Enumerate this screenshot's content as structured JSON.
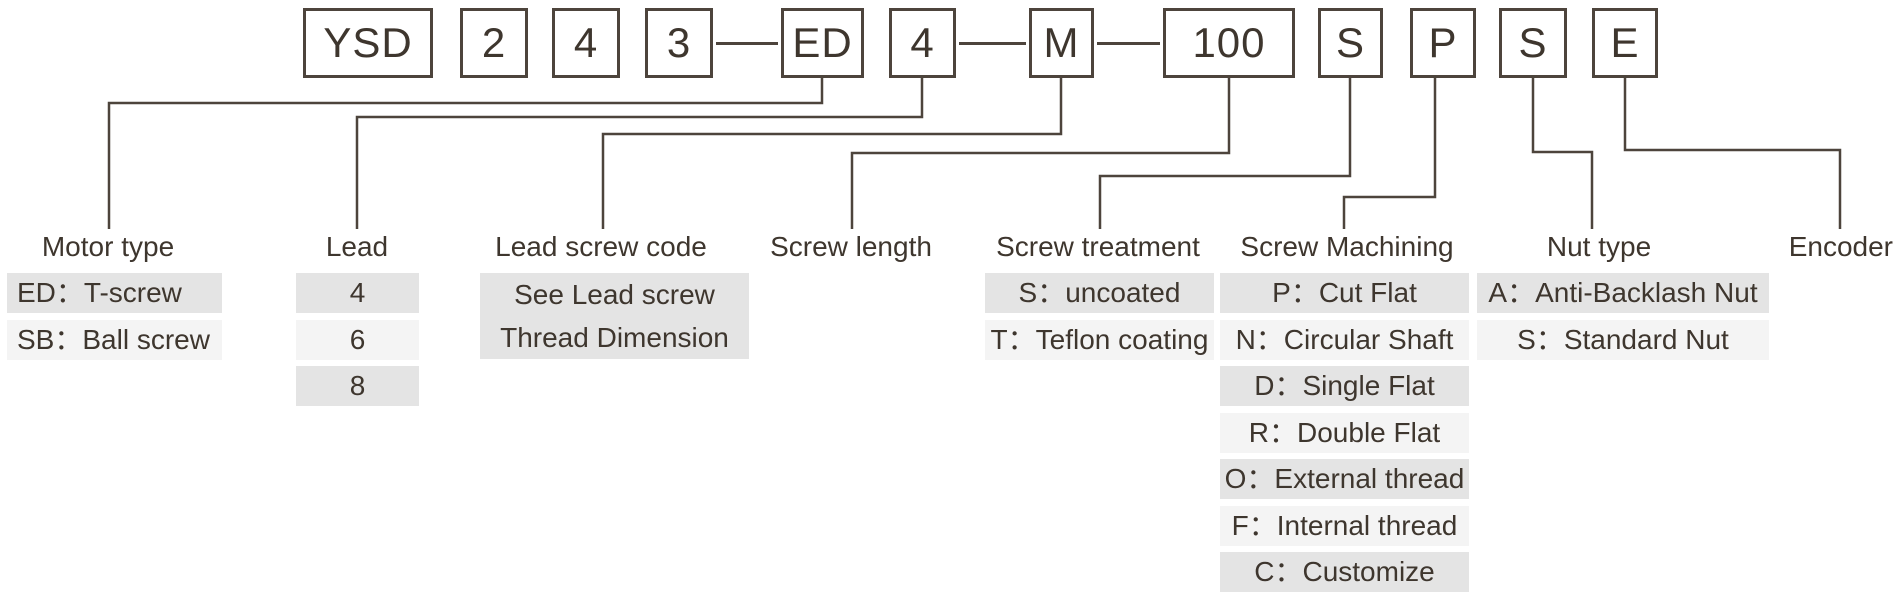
{
  "code": {
    "segments": [
      "YSD",
      "2",
      "4",
      "3",
      "ED",
      "4",
      "M",
      "100",
      "S",
      "P",
      "S",
      "E"
    ]
  },
  "categories": [
    {
      "label": "Motor type",
      "options": [
        "ED：T-screw",
        "SB：Ball screw"
      ]
    },
    {
      "label": "Lead",
      "options": [
        "4",
        "6",
        "8"
      ]
    },
    {
      "label": "Lead screw code",
      "options": [
        "See Lead screw",
        "Thread Dimension"
      ]
    },
    {
      "label": "Screw length",
      "options": []
    },
    {
      "label": "Screw treatment",
      "options": [
        "S：uncoated",
        "T：Teflon coating"
      ]
    },
    {
      "label": "Screw Machining",
      "options": [
        "P：Cut Flat",
        "N：Circular Shaft",
        "D：Single Flat",
        "R：Double Flat",
        "O：External thread",
        "F：Internal thread",
        "C：Customize"
      ]
    },
    {
      "label": "Nut type",
      "options": [
        "A：Anti-Backlash Nut",
        "S：Standard Nut"
      ]
    },
    {
      "label": "Encoder",
      "options": []
    }
  ],
  "colors": {
    "line": "#4d443c",
    "text": "#3e362e",
    "row_gray": "#e4e4e4",
    "row_light": "#f4f4f4",
    "background": "#ffffff"
  }
}
